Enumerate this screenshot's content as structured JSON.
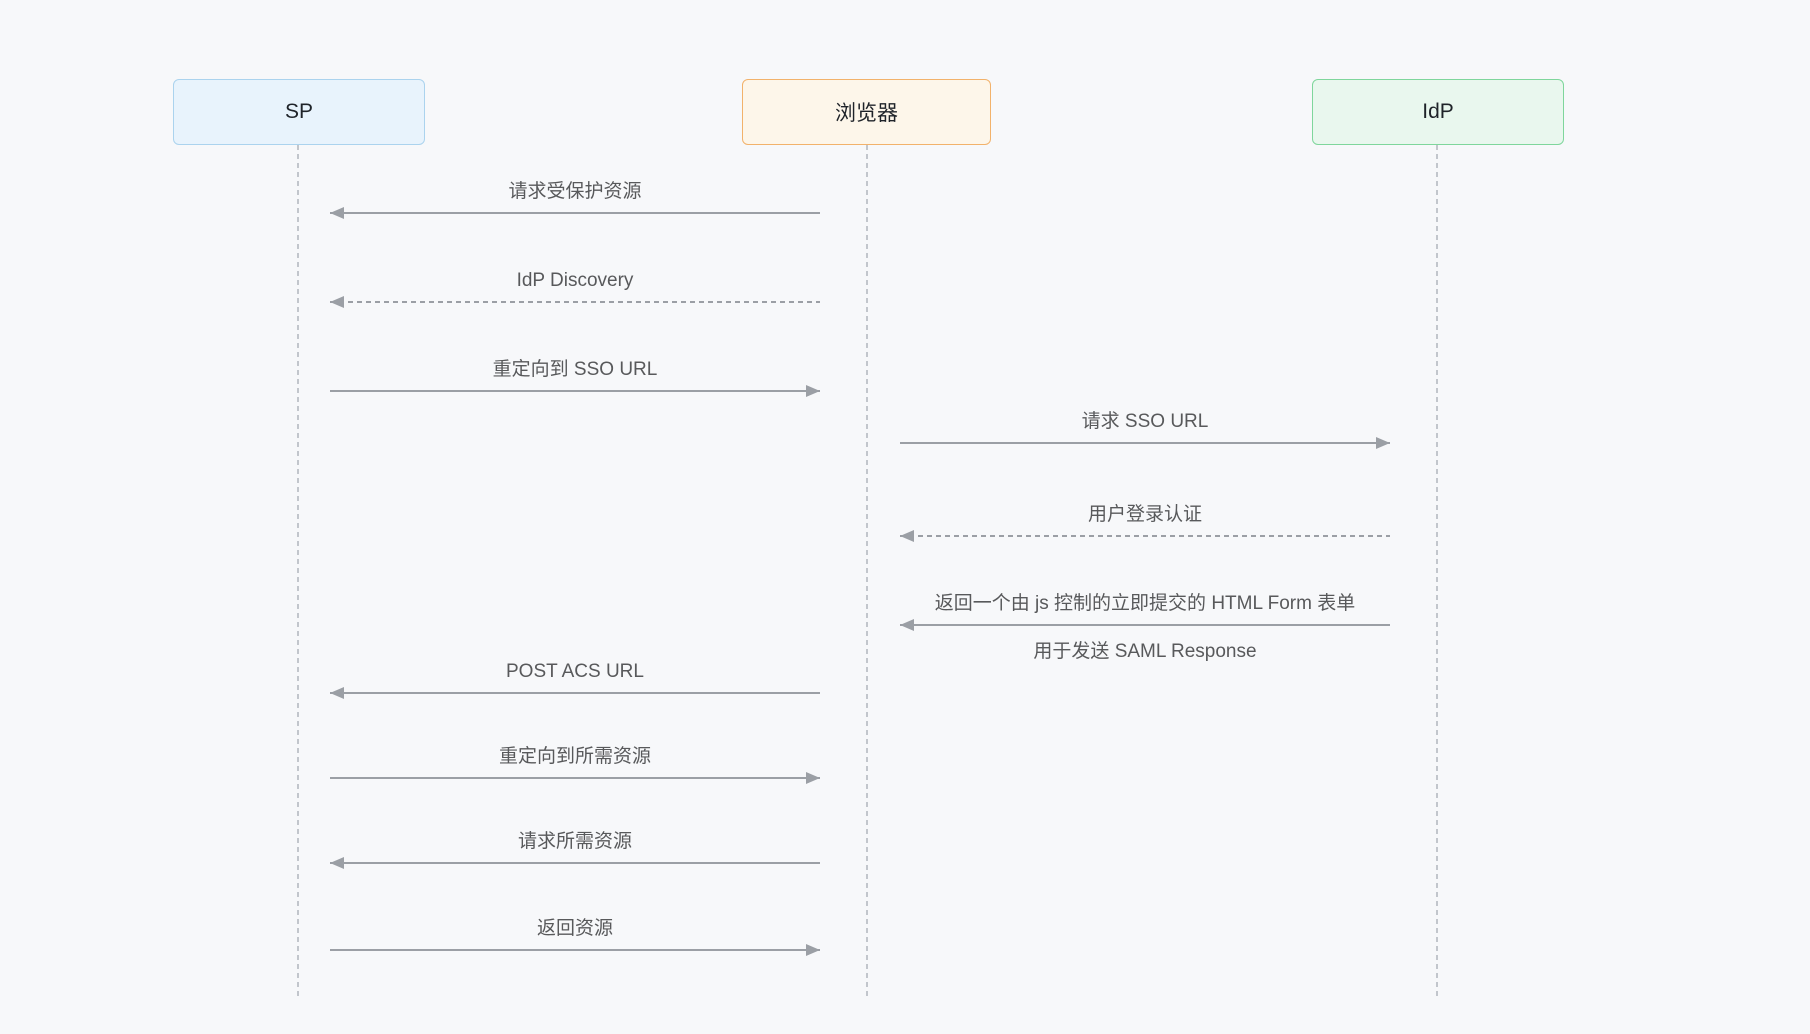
{
  "diagram": {
    "type": "sequence-diagram",
    "background_color": "#f7f8fa",
    "actors": [
      {
        "label": "SP",
        "bg": "#e8f3fc",
        "border": "#abd3ee"
      },
      {
        "label": "浏览器",
        "bg": "#fdf6ea",
        "border": "#f2b26b"
      },
      {
        "label": "IdP",
        "bg": "#e9f7ee",
        "border": "#7fd69c"
      }
    ],
    "colors": {
      "arrow": "#9b9fa5",
      "lifeline": "#c2c6cc",
      "label_text": "#58595b",
      "actor_text": "#1f2329"
    },
    "messages": [
      {
        "label": "请求受保护资源",
        "lane": "SP-浏览器",
        "direction": "left",
        "line": "solid"
      },
      {
        "label": "IdP Discovery",
        "lane": "SP-浏览器",
        "direction": "left",
        "line": "dashed"
      },
      {
        "label": "重定向到 SSO URL",
        "lane": "SP-浏览器",
        "direction": "right",
        "line": "solid"
      },
      {
        "label": "请求 SSO URL",
        "lane": "浏览器-IdP",
        "direction": "right",
        "line": "solid"
      },
      {
        "label": "用户登录认证",
        "lane": "浏览器-IdP",
        "direction": "left",
        "line": "dashed"
      },
      {
        "label": "返回一个由 js 控制的立即提交的 HTML Form 表单",
        "sublabel": "用于发送 SAML Response",
        "lane": "浏览器-IdP",
        "direction": "left",
        "line": "solid"
      },
      {
        "label": "POST ACS URL",
        "lane": "SP-浏览器",
        "direction": "left",
        "line": "solid"
      },
      {
        "label": "重定向到所需资源",
        "lane": "SP-浏览器",
        "direction": "right",
        "line": "solid"
      },
      {
        "label": "请求所需资源",
        "lane": "SP-浏览器",
        "direction": "left",
        "line": "solid"
      },
      {
        "label": "返回资源",
        "lane": "SP-浏览器",
        "direction": "right",
        "line": "solid"
      }
    ]
  }
}
